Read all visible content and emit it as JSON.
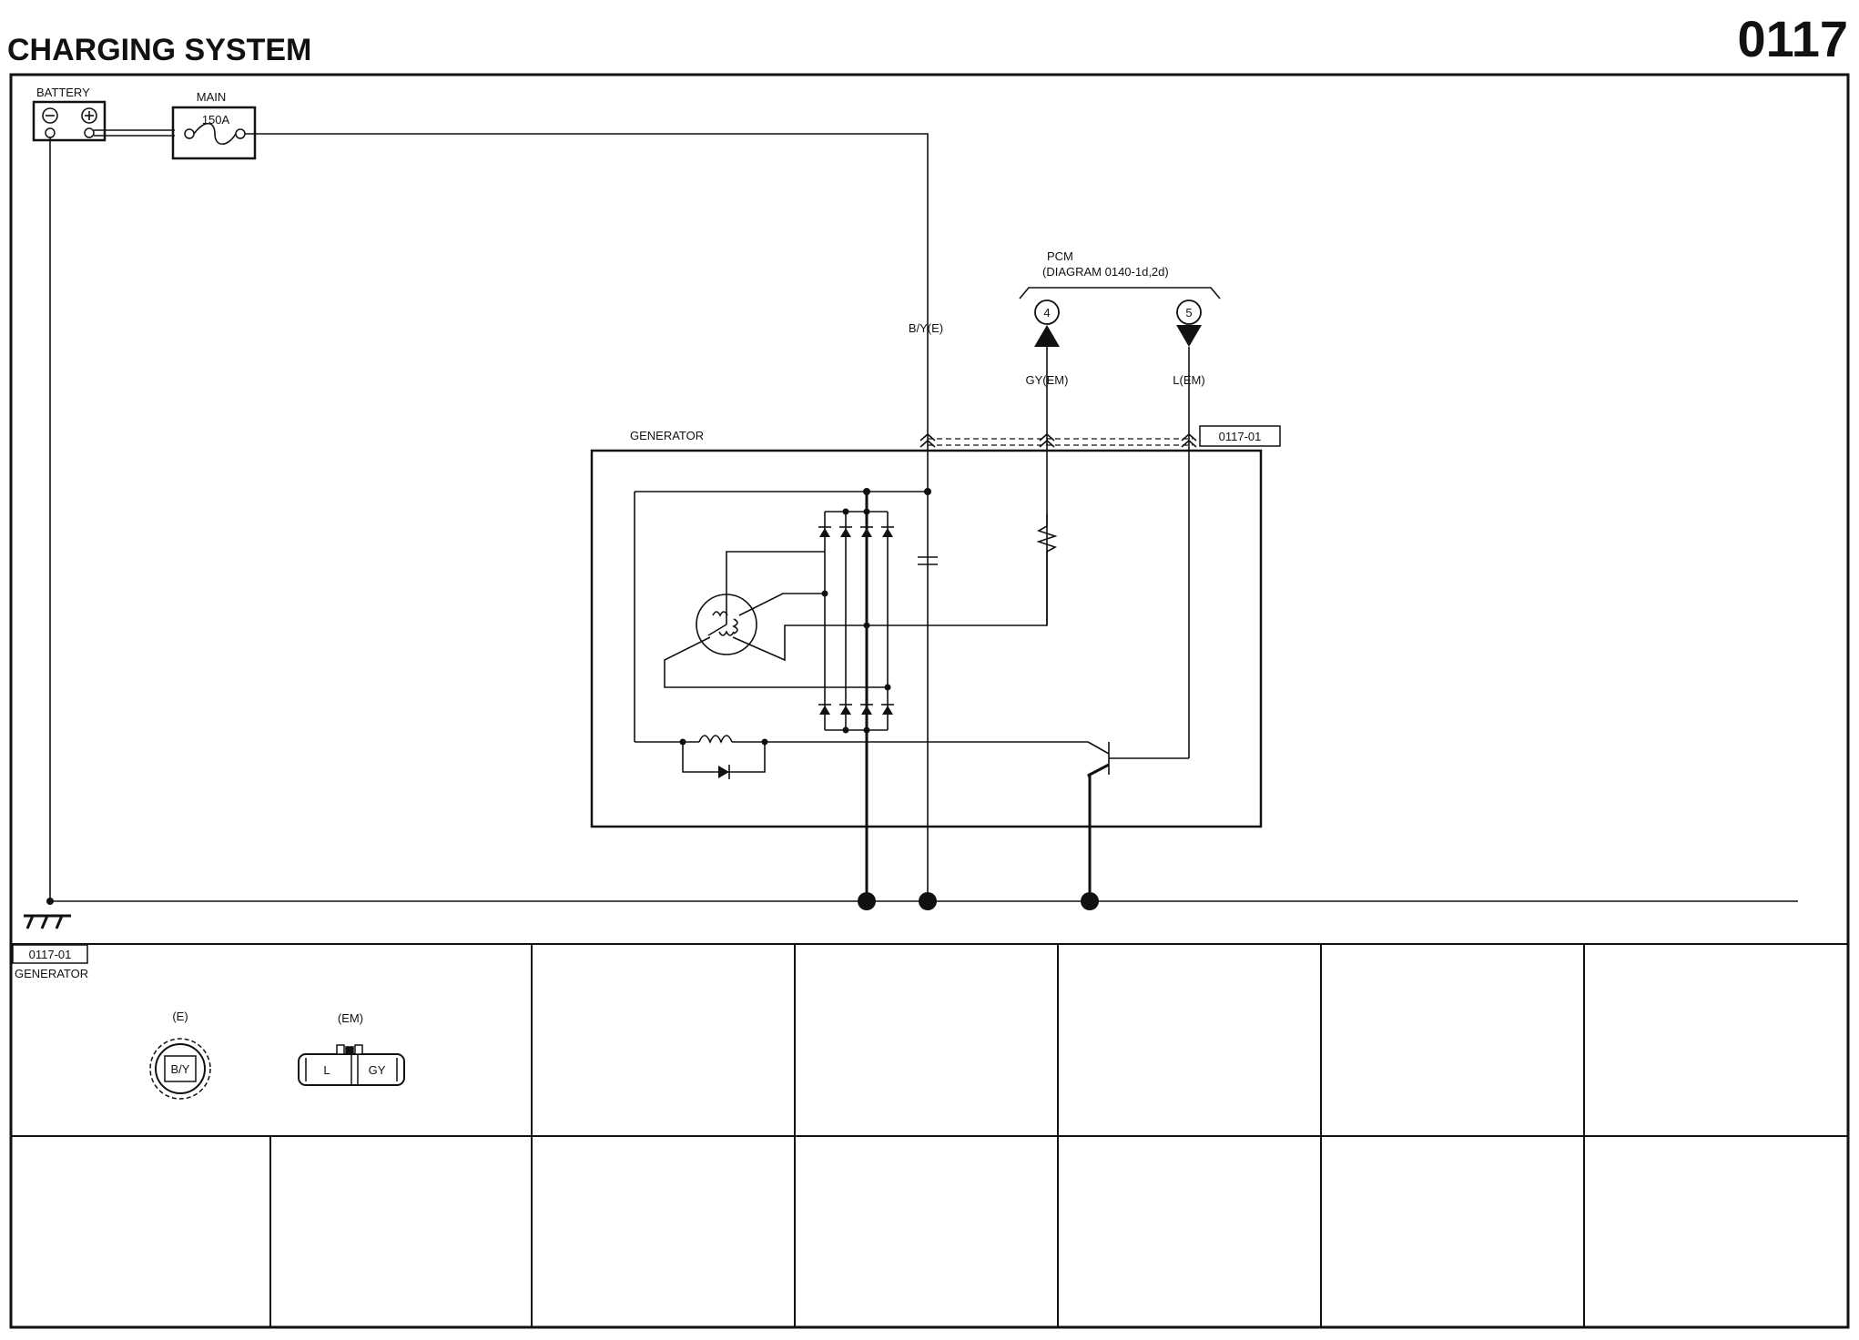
{
  "header": {
    "title": "CHARGING SYSTEM",
    "page_number": "0117"
  },
  "components": {
    "battery_label": "BATTERY",
    "fuse_label": "MAIN",
    "fuse_rating": "150A",
    "generator_label": "GENERATOR",
    "pcm_label": "PCM",
    "pcm_ref": "(DIAGRAM 0140-1d,2d)"
  },
  "wires": {
    "by_e": "B/Y(E)",
    "gy_em": "GY(EM)",
    "l_em": "L(EM)"
  },
  "pins": {
    "pin4": "4",
    "pin5": "5"
  },
  "connector_ref": "0117-01",
  "connector_panel": {
    "ref": "0117-01",
    "name": "GENERATOR",
    "conn_e_label": "(E)",
    "conn_e_pin": "B/Y",
    "conn_em_label": "(EM)",
    "conn_em_pin_l": "L",
    "conn_em_pin_gy": "GY"
  },
  "colors": {
    "line": "#111111",
    "background": "#ffffff"
  }
}
